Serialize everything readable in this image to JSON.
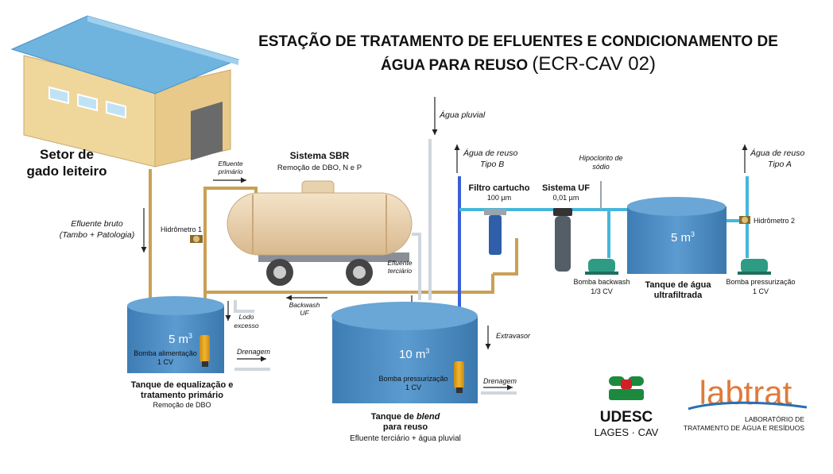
{
  "title": {
    "line1": "ESTAÇÃO DE TRATAMENTO DE EFLUENTES E CONDICIONAMENTO DE",
    "line2_bold": "ÁGUA PARA REUSO",
    "line2_code": "(ECR-CAV 02)"
  },
  "barn": {
    "label_line1": "Setor de",
    "label_line2": "gado leiteiro"
  },
  "raw_effluent": {
    "line1": "Efluente bruto",
    "line2": "(Tambo + Patologia)"
  },
  "primary_effluent": {
    "line1": "Efluente",
    "line2": "primário"
  },
  "hydrometer1": "Hidrômetro 1",
  "hydrometer2": "Hidrômetro 2",
  "sbr": {
    "title": "Sistema SBR",
    "subtitle": "Remoção de DBO, N e P"
  },
  "tertiary_effluent": {
    "line1": "Efluente",
    "line2": "terciário"
  },
  "backwash_uf": {
    "line1": "Backwash",
    "line2": "UF"
  },
  "sludge": {
    "line1": "Lodo",
    "line2": "excesso"
  },
  "rainwater": "Água pluvial",
  "overflow": "Extravasor",
  "reuse_b": {
    "line1": "Água de reuso",
    "line2": "Tipo B"
  },
  "reuse_a": {
    "line1": "Água de reuso",
    "line2": "Tipo A"
  },
  "cartridge_filter": {
    "title": "Filtro cartucho",
    "spec": "100 µm"
  },
  "uf_system": {
    "title": "Sistema UF",
    "spec": "0,01 µm"
  },
  "hypochlorite": {
    "line1": "Hipoclorito de",
    "line2": "sódio"
  },
  "eq_tank": {
    "volume": "5 m",
    "volume_sup": "3",
    "pump_line1": "Bomba alimentação",
    "pump_line2": "1 CV",
    "name_line1": "Tanque de equalização e",
    "name_line2": "tratamento primário",
    "name_line3": "Remoção de DBO",
    "drain": "Drenagem"
  },
  "blend_tank": {
    "volume": "10 m",
    "volume_sup": "3",
    "pump_line1": "Bomba pressurização",
    "pump_line2": "1 CV",
    "name_line1_a": "Tanque de ",
    "name_line1_b": "blend",
    "name_line2": "para reuso",
    "name_line3": "Efluente terciário + água pluvial",
    "drain": "Drenagem"
  },
  "uf_tank": {
    "volume": "5 m",
    "volume_sup": "3",
    "name_line1": "Tanque de água",
    "name_line2": "ultrafiltrada"
  },
  "backwash_pump": {
    "line1": "Bomba backwash",
    "line2": "1/3 CV"
  },
  "pressure_pump": {
    "line1": "Bomba pressurização",
    "line2": "1 CV"
  },
  "udesc_logo": {
    "name": "UDESC",
    "sub": "LAGES · CAV"
  },
  "labtrat_logo": {
    "name": "labtrat",
    "line1": "LABORATÓRIO DE",
    "line2": "TRATAMENTO DE ÁGUA E RESÍDUOS"
  },
  "colors": {
    "tank_blue": "#4f8fc4",
    "pipe_gold": "#c9a055",
    "pipe_blue": "#3a5fd6",
    "pipe_lightblue": "#45b6dc",
    "pump_green": "#2e9c84",
    "labtrat_orange": "#e07a3a",
    "labtrat_blue": "#2a6fb0",
    "udesc_green": "#1c8a3e"
  }
}
